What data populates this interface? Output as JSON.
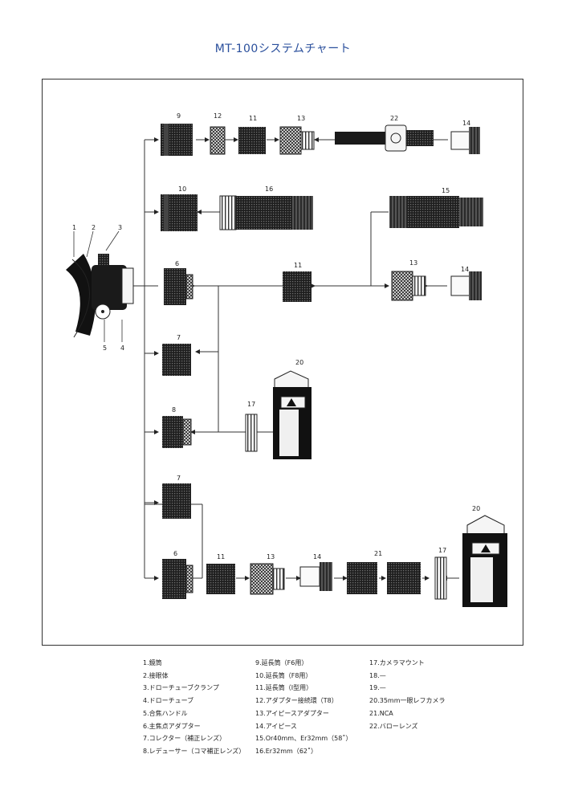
{
  "title": "MT-100システムチャート",
  "legend": {
    "col1": [
      "1.鏡筒",
      "2.接眼体",
      "3.ドローチューブクランプ",
      "4.ドローチューブ",
      "5.合焦ハンドル",
      "6.主焦点アダプター",
      "7.コレクター（補正レンズ）",
      "8.レデューサー（コマ補正レンズ）"
    ],
    "col2": [
      "9.延長筒（F6用）",
      "10.延長筒（F8用）",
      "11.延長筒（I型用）",
      "12.アダプター接続環（T8）",
      "13.アイピースアダプター",
      "14.アイピース",
      "15.Or40mm、Er32mm（58˚）",
      "16.Er32mm（62˚）"
    ],
    "col3": [
      "17.カメラマウント",
      "18.—",
      "19.—",
      "20.35mm一眼レフカメラ",
      "21.NCA",
      "22.バローレンズ"
    ]
  },
  "callouts": {
    "n1": "1",
    "n2": "2",
    "n3": "3",
    "n4": "4",
    "n5": "5",
    "n6a": "6",
    "n6b": "6",
    "n7a": "7",
    "n7b": "7",
    "n8": "8",
    "n9": "9",
    "n10": "10",
    "n11a": "11",
    "n11b": "11",
    "n11c": "11",
    "n12": "12",
    "n13a": "13",
    "n13b": "13",
    "n13c": "13",
    "n14a": "14",
    "n14b": "14",
    "n14c": "14",
    "n15": "15",
    "n16": "16",
    "n17a": "17",
    "n17b": "17",
    "n20a": "20",
    "n20b": "20",
    "n21": "21",
    "n22": "22"
  }
}
